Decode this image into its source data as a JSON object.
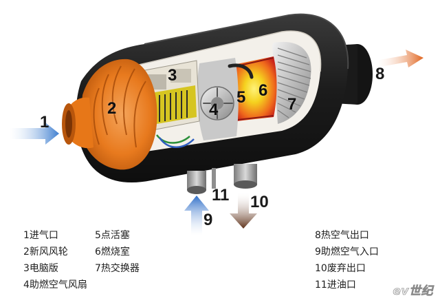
{
  "callouts": {
    "c1": "1",
    "c2": "2",
    "c3": "3",
    "c4": "4",
    "c5": "5",
    "c6": "6",
    "c7": "7",
    "c8": "8",
    "c9": "9",
    "c10": "10",
    "c11": "11"
  },
  "legend": {
    "left": [
      "1进气口",
      "2新风风轮",
      "3电脑版",
      "4助燃空气风扇"
    ],
    "middle": [
      "5点活塞",
      "6燃烧室",
      "7热交换器"
    ],
    "right": [
      "8热空气出口",
      "9助燃空气入口",
      "10废弃出口",
      "11进油口"
    ]
  },
  "watermark": "ev世纪",
  "colors": {
    "fan_orange": "#e87a1e",
    "housing": "#1f1f1f",
    "circuit_board": "#d6c521",
    "flame_red": "#d4291a",
    "flame_yellow": "#f5d21f",
    "arrow_blue": "#3f7fd0",
    "arrow_brown": "#6b3a1f",
    "arrow_orange": "#e0641e"
  }
}
